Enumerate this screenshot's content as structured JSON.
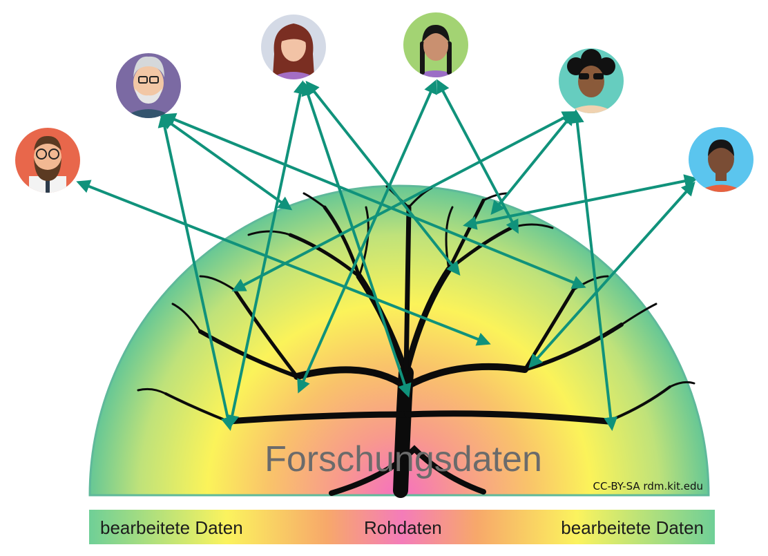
{
  "diagram": {
    "title": "Forschungsdaten",
    "license": "CC-BY-SA rdm.kit.edu",
    "colors": {
      "arrow": "#10927b",
      "tree": "#0b0b0b",
      "edge": "#5fb99a",
      "title": "#6b6b6b"
    },
    "people": [
      {
        "id": "person-1",
        "icon": "bearded-man-avatar-icon",
        "bg": "#e8674b"
      },
      {
        "id": "person-2",
        "icon": "elderly-man-avatar-icon",
        "bg": "#7b6aa3"
      },
      {
        "id": "person-3",
        "icon": "woman-brown-hair-avatar-icon",
        "bg": "#d4dae6"
      },
      {
        "id": "person-4",
        "icon": "woman-braids-avatar-icon",
        "bg": "#a3d373"
      },
      {
        "id": "person-5",
        "icon": "curly-hair-sunglasses-avatar-icon",
        "bg": "#66cdbf"
      },
      {
        "id": "person-6",
        "icon": "young-man-avatar-icon",
        "bg": "#5bc5ee"
      }
    ]
  },
  "legend": {
    "left": "bearbeitete Daten",
    "middle": "Rohdaten",
    "right": "bearbeitete Daten"
  }
}
